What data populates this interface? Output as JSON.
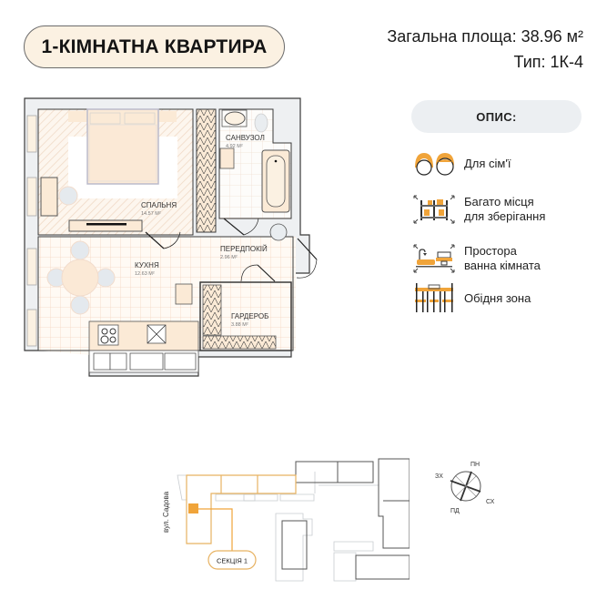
{
  "header": {
    "title": "1-КІМНАТНА КВАРТИРА",
    "total_area": "Загальна площа: 38.96 м²",
    "type": "Тип: 1К-4"
  },
  "description": {
    "heading": "ОПИС:",
    "features": [
      {
        "icon": "family-icon",
        "line1": "Для сім'ї",
        "line2": ""
      },
      {
        "icon": "storage-shelves-icon",
        "line1": "Багато місця",
        "line2": "для зберігання"
      },
      {
        "icon": "bathroom-icon",
        "line1": "Простора",
        "line2": "ванна кімната"
      },
      {
        "icon": "dining-table-icon",
        "line1": "Обідня зона",
        "line2": ""
      }
    ]
  },
  "floor_plan": {
    "rooms": [
      {
        "name": "СПАЛЬНЯ",
        "area": "14.57 М²"
      },
      {
        "name": "САНВУЗОЛ",
        "area": "4.92 М²"
      },
      {
        "name": "КУХНЯ",
        "area": "12.63 М²"
      },
      {
        "name": "ПЕРЕДПОКІЙ",
        "area": "2.96 М²"
      },
      {
        "name": "ГАРДЕРОБ",
        "area": "3.88 М²"
      }
    ]
  },
  "site_plan": {
    "street": "вул. Садова",
    "section_label": "СЕКЦІЯ 1"
  },
  "compass": {
    "north": "ПН",
    "east": "СХ",
    "south": "ПД",
    "west": "ЗХ"
  },
  "colors": {
    "accent": "#f0a43a",
    "title_bg": "#fbf1e2",
    "pill_bg": "#eceff2",
    "wall": "#eef0f2",
    "wall_stroke": "#3a3a3a",
    "floor_tile": "#f6d9c4",
    "furniture": "#fbead6"
  }
}
